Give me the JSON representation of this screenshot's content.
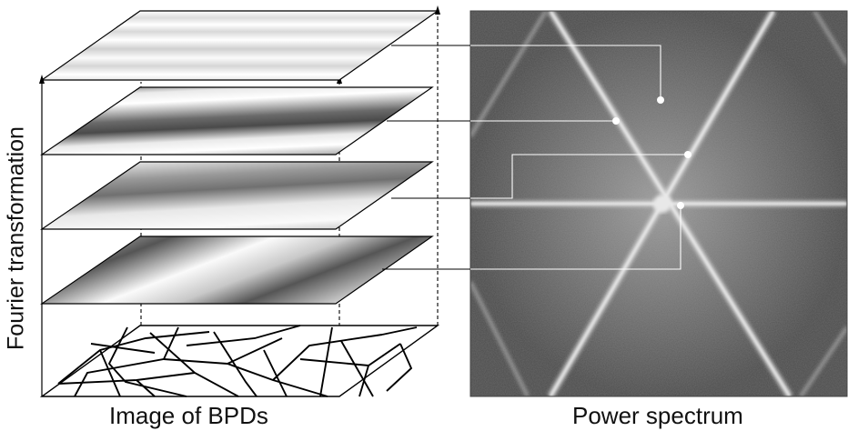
{
  "left_panel": {
    "caption": "Image of BPDs",
    "axis_label": "Fourier transformation",
    "layers": [
      {
        "pattern": "horizontal-stripes"
      },
      {
        "pattern": "oblique-stripes-fine"
      },
      {
        "pattern": "oblique-stripes-medium"
      },
      {
        "pattern": "oblique-stripes-coarse"
      },
      {
        "pattern": "dislocation-network"
      }
    ]
  },
  "right_panel": {
    "caption": "Power spectrum",
    "colors": {
      "background": "#5a5a5a",
      "streak": "#e0e0e0",
      "marker": "#ffffff"
    }
  },
  "connectors": 4
}
